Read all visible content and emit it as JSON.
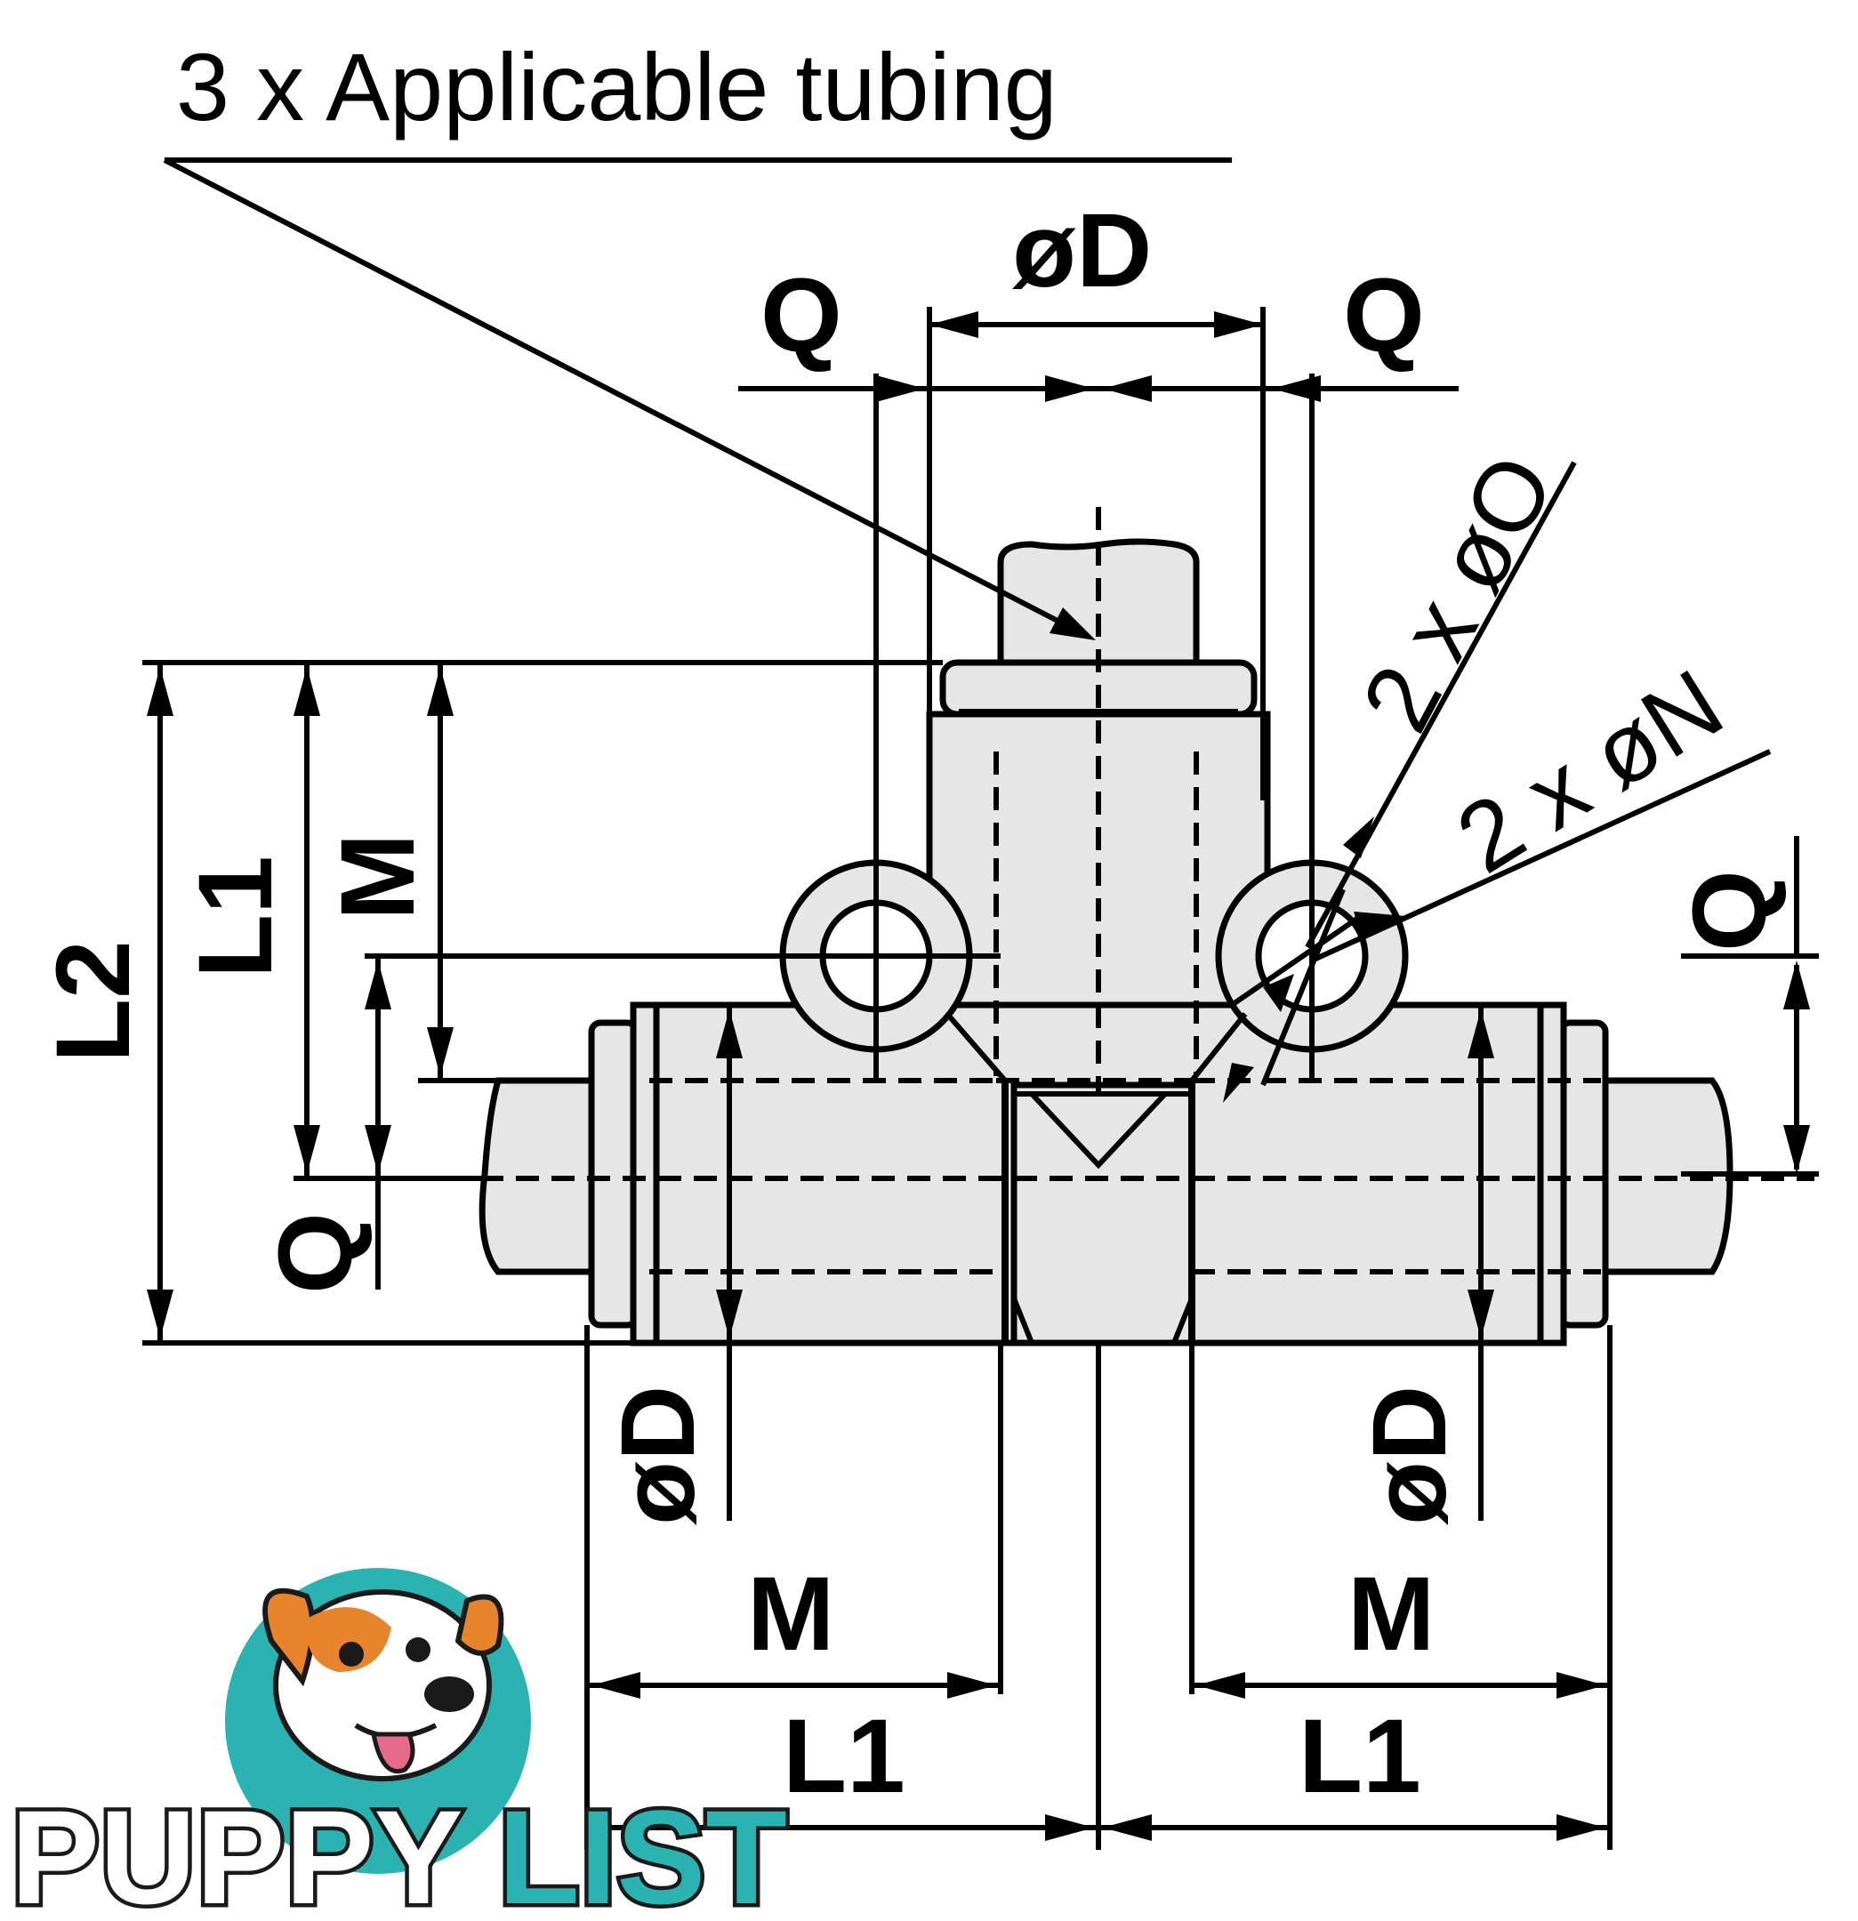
{
  "diagram": {
    "callout": "3 x Applicable tubing",
    "labels": {
      "top_diameter": "øD",
      "q_top_left": "Q",
      "q_top_right": "Q",
      "q_right": "Q",
      "q_left": "Q",
      "hole_o": "2 x øO",
      "hole_n": "2 x øN",
      "l2": "L2",
      "l1_vertical": "L1",
      "m_vertical": "M",
      "d_left": "øD",
      "d_right": "øD",
      "m_left": "M",
      "m_right": "M",
      "l1_left": "L1",
      "l1_right": "L1"
    }
  },
  "watermark": {
    "word_part_1": "PUPPY",
    "word_part_2": "LIST",
    "colors": {
      "teal": "#2bb3b1",
      "orange": "#e8842c",
      "dark": "#1a1a1a"
    }
  }
}
